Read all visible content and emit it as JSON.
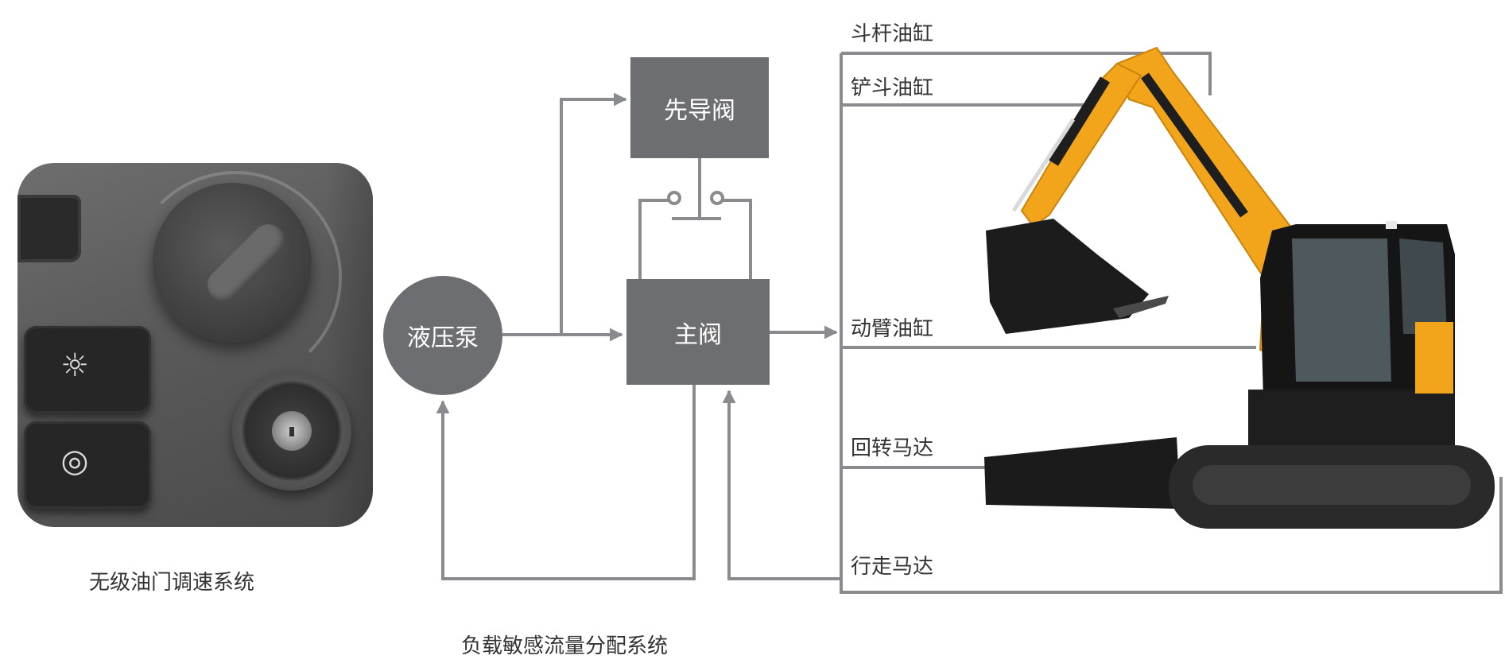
{
  "panel": {
    "caption": "无级油门调速系统",
    "icons": [
      "throttle-knob-icon",
      "work-light-icon",
      "beacon-light-icon",
      "ignition-key-icon"
    ]
  },
  "diagram": {
    "pump": "液压泵",
    "pilot_valve": "先导阀",
    "main_valve": "主阀",
    "outputs": [
      "斗杆油缸",
      "铲斗油缸",
      "动臂油缸",
      "回转马达",
      "行走马达"
    ],
    "caption": "负载敏感流量分配系统"
  },
  "colors": {
    "box": "#6d6e71",
    "line": "#8a8b8e",
    "excavator_body": "#f2a51a",
    "excavator_dark": "#1d1d1d"
  }
}
